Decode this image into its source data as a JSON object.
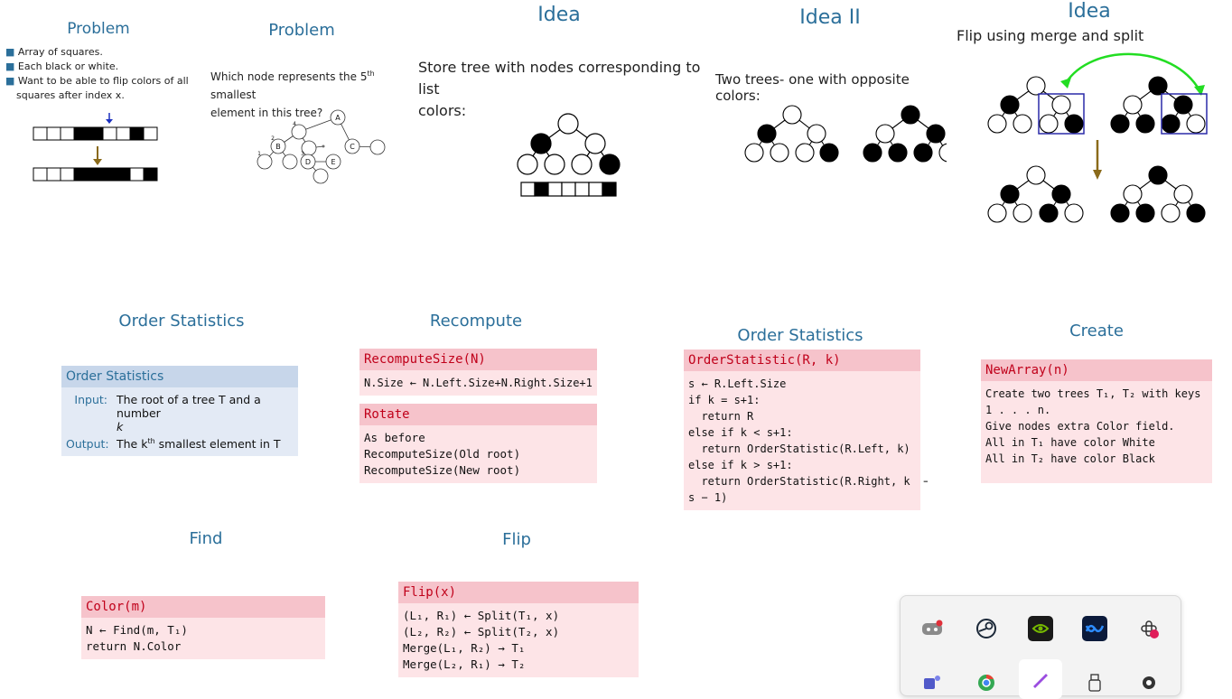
{
  "slides": {
    "problem1": {
      "title": "Problem",
      "bullets": [
        "Array of squares.",
        "Each black or white.",
        "Want to be able to flip colors of all",
        "squares after index x."
      ]
    },
    "problem2": {
      "title": "Problem",
      "question_line1": "Which node represents the 5",
      "question_sup": "th",
      "question_line1_end": " smallest",
      "question_line2": "element in this tree?",
      "node_labels": [
        "A",
        "B",
        "C",
        "D",
        "E"
      ],
      "size_labels": [
        "4",
        "2",
        "1",
        "3"
      ]
    },
    "idea1": {
      "title": "Idea",
      "text_line1": "Store tree with nodes corresponding to list",
      "text_line2": "colors:"
    },
    "idea2": {
      "title": "Idea II",
      "text": "Two trees- one with opposite colors:"
    },
    "idea3": {
      "title": "Idea",
      "subtitle": "Flip using merge and split"
    },
    "order_stats1": {
      "title": "Order Statistics",
      "block_title": "Order Statistics",
      "input_label": "Input:",
      "input_text": "The root of a tree T and a number",
      "input_text2": "k",
      "output_label": "Output:",
      "output_text": "The k",
      "output_sup": "th",
      "output_text_end": " smallest element in T"
    },
    "recompute": {
      "title": "Recompute",
      "block1_head": "RecomputeSize(N)",
      "block1_body": "N.Size ← N.Left.Size+N.Right.Size+1",
      "block2_head": "Rotate",
      "block2_lines": [
        "As before",
        "RecomputeSize(Old root)",
        "RecomputeSize(New root)"
      ]
    },
    "order_stats2": {
      "title": "Order Statistics",
      "block_head": "OrderStatistic(R, k)",
      "lines": [
        "s ← R.Left.Size",
        "if k = s+1:",
        "  return R",
        "else if k < s+1:",
        "  return OrderStatistic(R.Left, k)",
        "else if k > s+1:",
        "  return OrderStatistic(R.Right, k  −",
        "s − 1)"
      ]
    },
    "create": {
      "title": "Create",
      "block_head": "NewArray(n)",
      "lines": [
        "Create two trees T₁, T₂ with keys",
        "1 . . . n.",
        "Give nodes extra Color field.",
        "All in T₁ have color White",
        "All in T₂ have color Black"
      ]
    },
    "find": {
      "title": "Find",
      "block_head": "Color(m)",
      "lines": [
        "N ← Find(m, T₁)",
        "return N.Color"
      ]
    },
    "flip": {
      "title": "Flip",
      "block_head": "Flip(x)",
      "lines": [
        "(L₁, R₁) ← Split(T₁, x)",
        "(L₂, R₂) ← Split(T₂, x)",
        "Merge(L₁, R₂) → T₁",
        "Merge(L₂, R₁) → T₂"
      ]
    }
  },
  "tray": {
    "icons": [
      "discord-icon",
      "steam-icon",
      "nvidia-icon",
      "meta-icon",
      "slack-icon",
      "teams-icon",
      "chrome-icon",
      "pen-icon",
      "usb-icon",
      "misc-icon"
    ],
    "colors": {
      "nvidia": "#76b900",
      "meta": "#0668e1",
      "slack": "#e01e5a",
      "teams": "#5059c9"
    }
  },
  "colors": {
    "title_blue": "#2b6f9a",
    "block_red": "#c0001a",
    "block_head_bg": "#f6c3cb",
    "block_body_bg": "#fde4e7"
  }
}
